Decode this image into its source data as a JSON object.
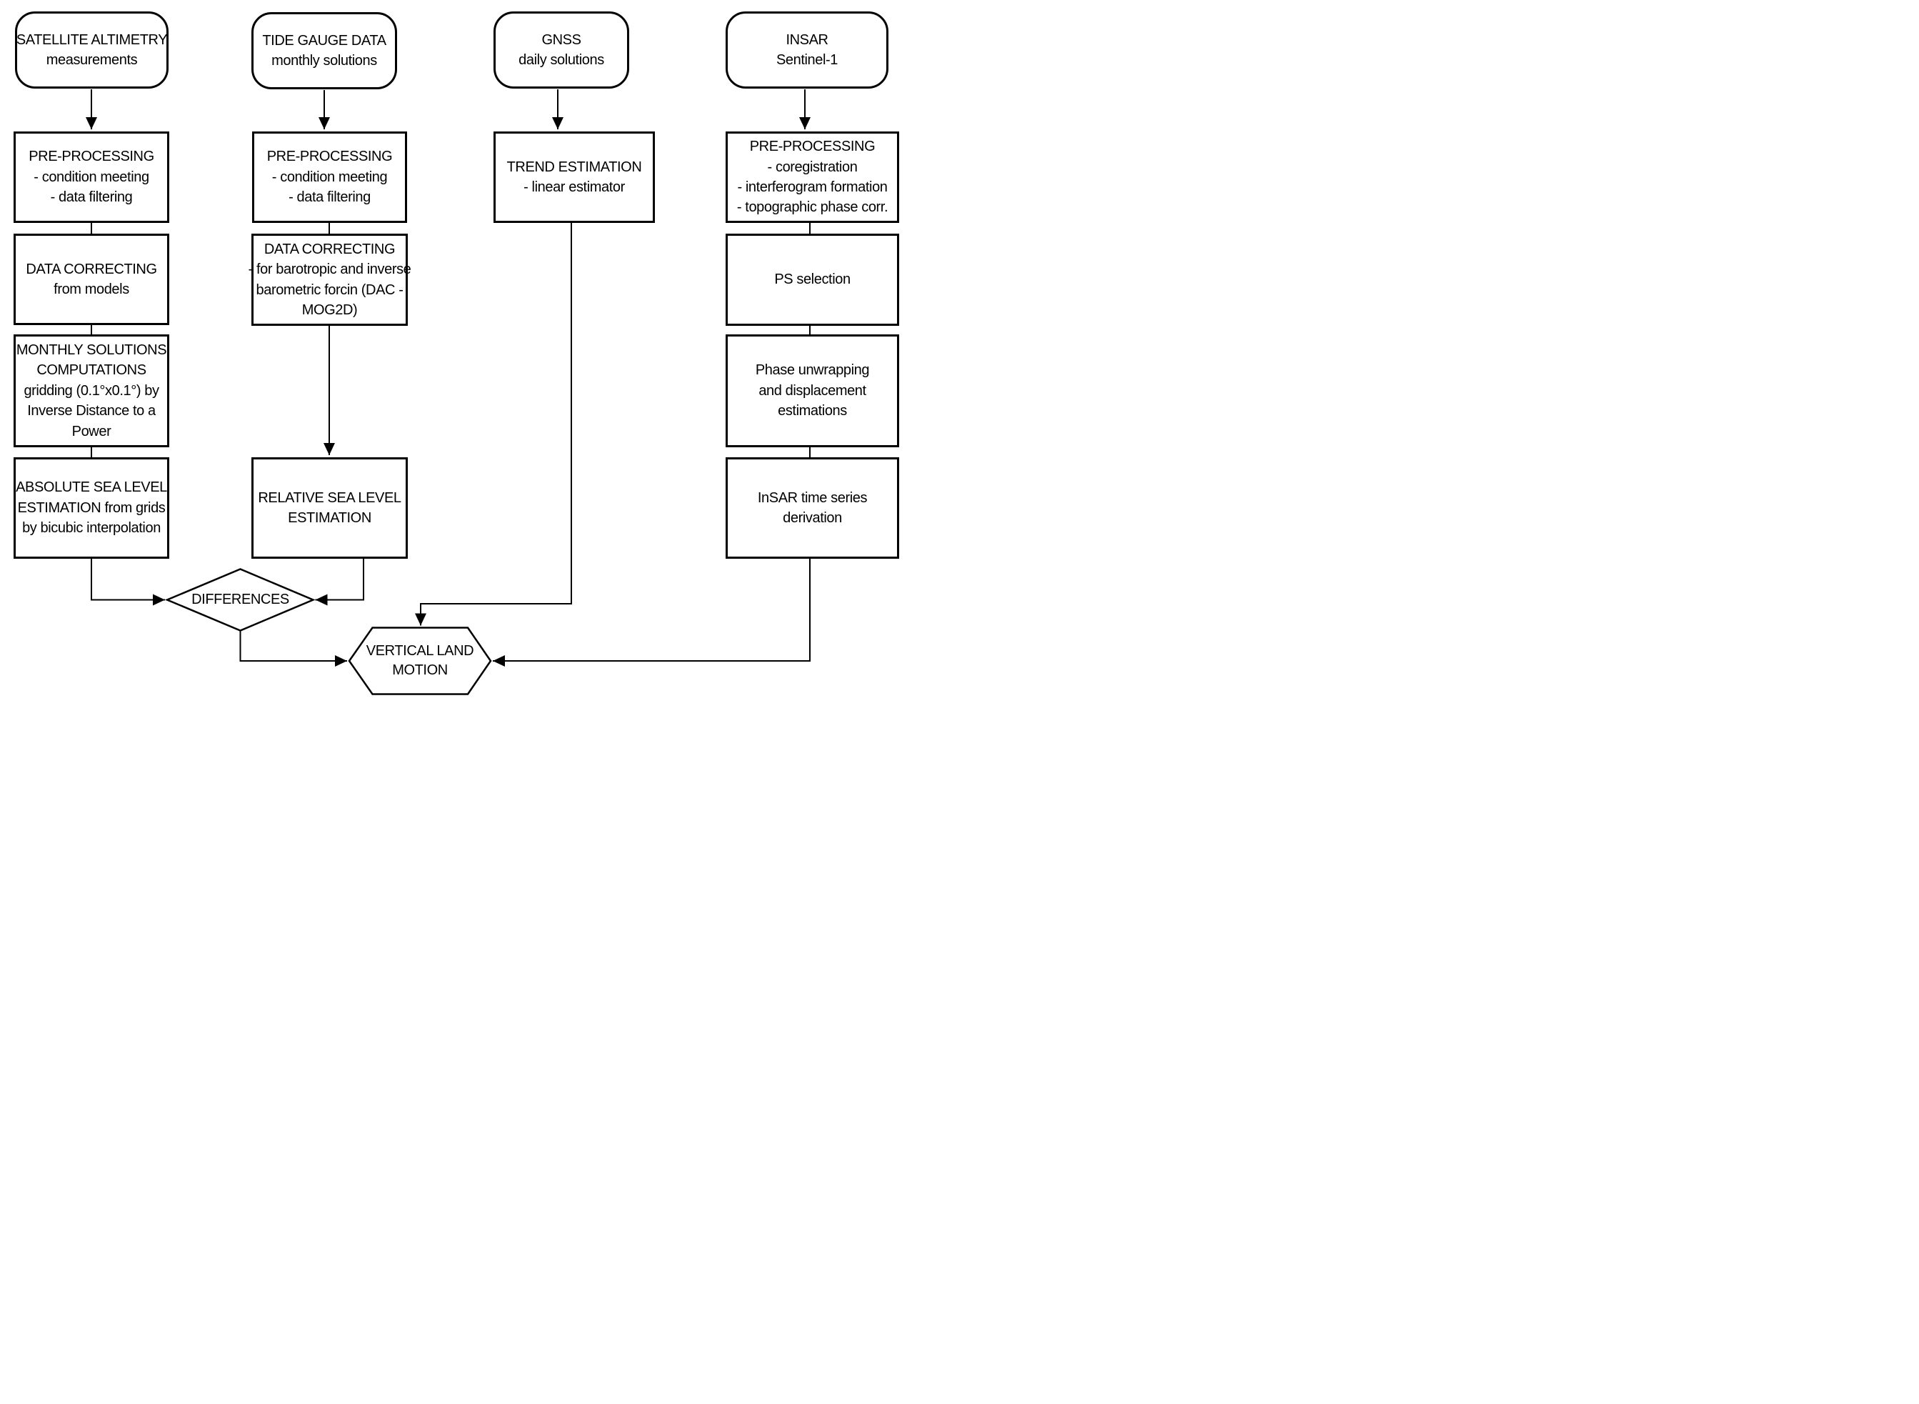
{
  "diagram": {
    "type": "flowchart",
    "colors": {
      "stroke": "#000000",
      "background": "#ffffff"
    },
    "nodes": {
      "alt_source": {
        "shape": "rounded",
        "lines": [
          "SATELLITE ALTIMETRY",
          "measurements"
        ]
      },
      "tg_source": {
        "shape": "rounded",
        "lines": [
          "TIDE GAUGE DATA",
          "monthly solutions"
        ]
      },
      "gnss_source": {
        "shape": "rounded",
        "lines": [
          "GNSS",
          "daily solutions"
        ]
      },
      "insar_source": {
        "shape": "rounded",
        "lines": [
          "INSAR",
          "Sentinel-1"
        ]
      },
      "alt_preproc": {
        "shape": "rect",
        "lines": [
          "PRE-PROCESSING",
          "- condition meeting",
          "- data filtering"
        ]
      },
      "tg_preproc": {
        "shape": "rect",
        "lines": [
          "PRE-PROCESSING",
          "- condition meeting",
          "- data filtering"
        ]
      },
      "gnss_trend": {
        "shape": "rect",
        "lines": [
          "TREND ESTIMATION",
          "- linear estimator"
        ]
      },
      "insar_preproc": {
        "shape": "rect",
        "lines": [
          "PRE-PROCESSING",
          "- coregistration",
          "- interferogram formation",
          "- topographic phase corr."
        ]
      },
      "alt_correct": {
        "shape": "rect",
        "lines": [
          "DATA CORRECTING",
          "from models"
        ]
      },
      "tg_correct": {
        "shape": "rect",
        "lines": [
          "DATA CORRECTING",
          "- for barotropic and inverse",
          "barometric forcin (DAC -",
          "MOG2D)"
        ]
      },
      "insar_ps": {
        "shape": "rect",
        "lines": [
          "PS selection"
        ]
      },
      "alt_monthly": {
        "shape": "rect",
        "lines": [
          "MONTHLY SOLUTIONS",
          "COMPUTATIONS",
          "gridding (0.1°x0.1°) by",
          "Inverse Distance to a",
          "Power"
        ]
      },
      "insar_unwrap": {
        "shape": "rect",
        "lines": [
          "Phase unwrapping",
          "and displacement",
          "estimations"
        ]
      },
      "alt_absolute": {
        "shape": "rect",
        "lines": [
          "ABSOLUTE SEA LEVEL",
          "ESTIMATION from grids",
          "by bicubic interpolation"
        ]
      },
      "tg_relative": {
        "shape": "rect",
        "lines": [
          "RELATIVE SEA LEVEL",
          "ESTIMATION"
        ]
      },
      "insar_timeseries": {
        "shape": "rect",
        "lines": [
          "InSAR time series",
          "derivation"
        ]
      },
      "differences": {
        "shape": "diamond",
        "lines": [
          "DIFFERENCES"
        ]
      },
      "vertical_land_motion": {
        "shape": "hexagon",
        "lines": [
          "VERTICAL LAND",
          "MOTION"
        ]
      }
    }
  }
}
